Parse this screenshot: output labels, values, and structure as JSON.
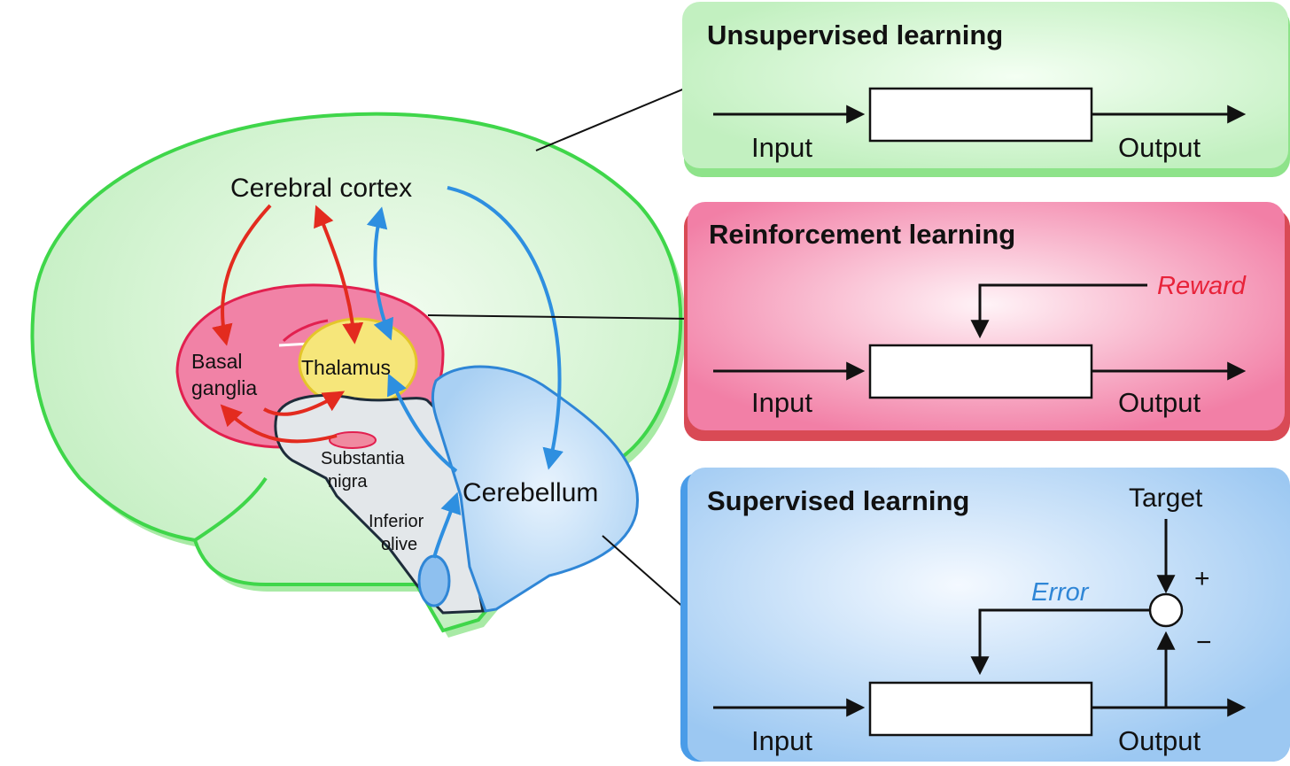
{
  "brain": {
    "cerebral_cortex": "Cerebral cortex",
    "basal_ganglia": [
      "Basal",
      "ganglia"
    ],
    "thalamus": "Thalamus",
    "substantia_nigra": [
      "Substantia",
      "nigra"
    ],
    "inferior_olive": [
      "Inferior",
      "olive"
    ],
    "cerebellum": "Cerebellum"
  },
  "panels": {
    "unsupervised": {
      "title": "Unsupervised learning",
      "input": "Input",
      "output": "Output"
    },
    "reinforcement": {
      "title": "Reinforcement learning",
      "signal": "Reward",
      "input": "Input",
      "output": "Output"
    },
    "supervised": {
      "title": "Supervised learning",
      "target": "Target",
      "error": "Error",
      "plus": "+",
      "minus": "−",
      "input": "Input",
      "output": "Output"
    }
  },
  "colors": {
    "cortex_fill": "#c9f2c9",
    "cortex_stroke": "#3fd64a",
    "basal_fill": "#f07fa3",
    "basal_stroke": "#e2204f",
    "thalamus_fill": "#f7e97a",
    "cerebellum_fill": "#b3d6f5",
    "cerebellum_stroke": "#2f86d6",
    "red_arrow": "#e32b1f",
    "blue_arrow": "#2e8fe0",
    "reward_text": "#e8233a",
    "error_text": "#2f86d6"
  }
}
